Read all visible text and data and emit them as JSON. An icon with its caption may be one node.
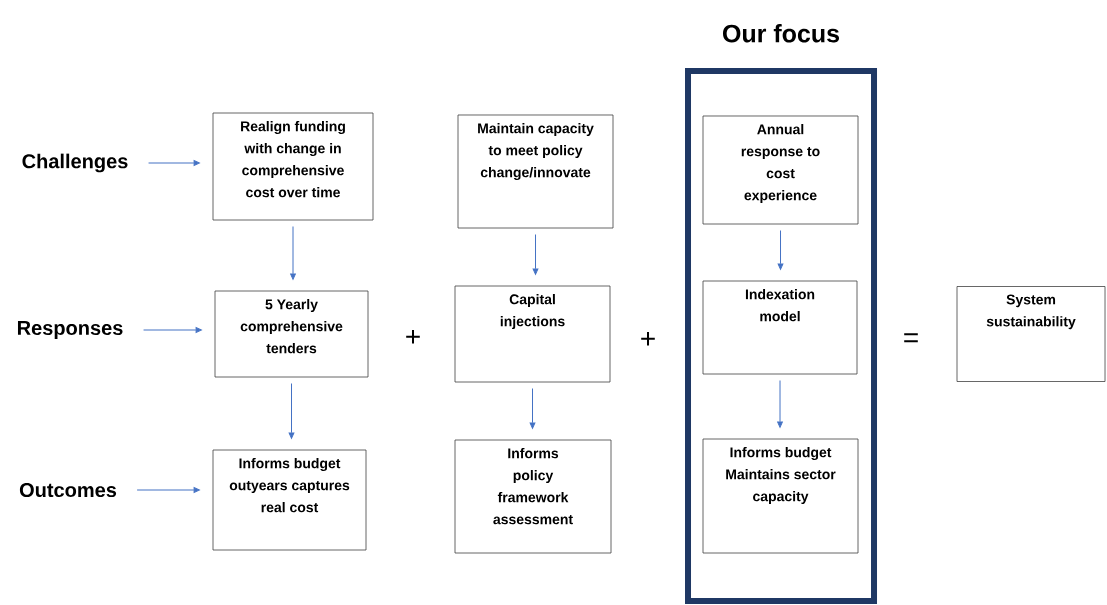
{
  "diagram": {
    "nodes": [
      {
        "text": [
          "Challenges"
        ]
      },
      {
        "text": [
          "Realign funding with change in comprehensive cost over time"
        ]
      },
      {
        "text": [
          "Maintain capacity to meet policy change/innovate"
        ]
      },
      {
        "text": [
          "Our focus"
        ]
      },
      {
        "text": [
          "Annual response to cost experience"
        ],
        "in": 3
      },
      {
        "text": [
          "Responses"
        ]
      },
      {
        "text": [
          "5 Yearly comprehensive tenders"
        ]
      },
      {
        "text": [
          "Capital injections"
        ]
      },
      {
        "text": [
          "Indexation model"
        ],
        "in": 3
      },
      {
        "text": [
          "System sustainability"
        ]
      },
      {
        "text": [
          "Outcomes"
        ]
      },
      {
        "text": [
          "Informs budget outyears captures real cost"
        ]
      },
      {
        "text": [
          "Informs policy framework assessment"
        ]
      },
      {
        "text": [
          "Informs budget Maintains sector capacity"
        ],
        "in": 3
      }
    ],
    "edges": [
      {
        "from": 0,
        "to": 1,
        "arrow": "to"
      },
      {
        "from": 5,
        "to": 6,
        "arrow": "to"
      },
      {
        "from": 10,
        "to": 11,
        "arrow": "to"
      },
      {
        "from": 1,
        "to": 6,
        "arrow": "to"
      },
      {
        "from": 6,
        "to": 11,
        "arrow": "to"
      },
      {
        "from": 2,
        "to": 7,
        "arrow": "to"
      },
      {
        "from": 7,
        "to": 12,
        "arrow": "to"
      },
      {
        "from": 4,
        "to": 8,
        "arrow": "to"
      },
      {
        "from": 8,
        "to": 13,
        "arrow": "to"
      }
    ],
    "labels": [
      "+",
      "+",
      "="
    ]
  }
}
